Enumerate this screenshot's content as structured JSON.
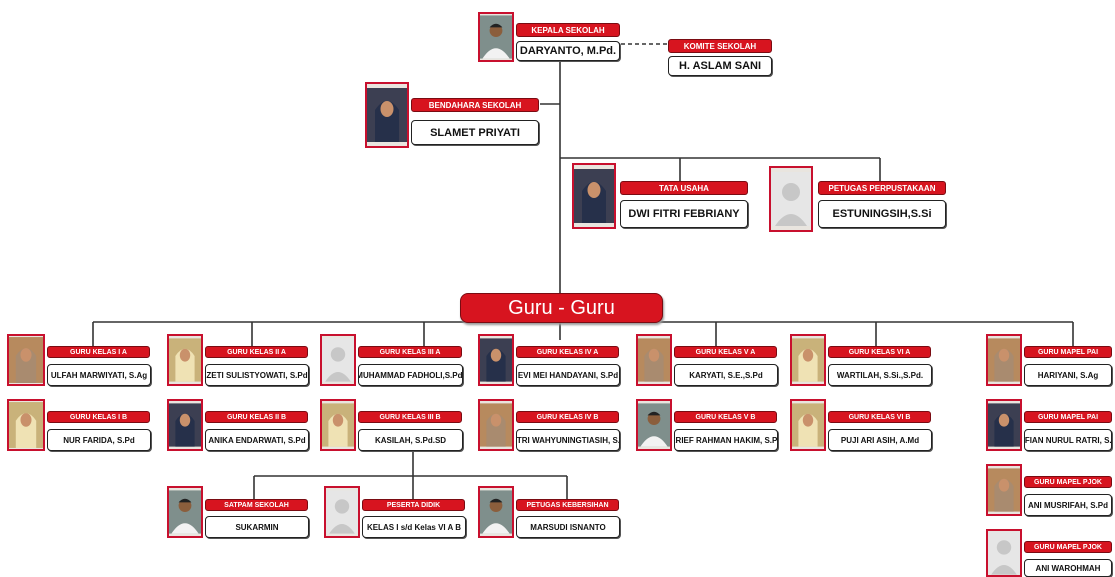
{
  "banner": "Guru - Guru",
  "nodes": [
    {
      "id": "kepala",
      "title": "KEPALA SEKOLAH",
      "name": "DARYANTO, M.Pd.",
      "photo": "man",
      "big": true
    },
    {
      "id": "komite",
      "title": "KOMITE SEKOLAH",
      "name": "H. ASLAM SANI",
      "photo": null,
      "big": true
    },
    {
      "id": "bendahara",
      "title": "BENDAHARA SEKOLAH",
      "name": "SLAMET PRIYATI",
      "photo": "hijab-dark",
      "big": true
    },
    {
      "id": "tatausaha",
      "title": "TATA USAHA",
      "name": "DWI FITRI FEBRIANY",
      "photo": "hijab-dark",
      "big": true
    },
    {
      "id": "perpus",
      "title": "PETUGAS PERPUSTAKAAN",
      "name": "ESTUNINGSIH,S.Si",
      "photo": "placeholder",
      "big": true
    },
    {
      "id": "g1a",
      "title": "GURU KELAS    I A",
      "name": "ULFAH MARWIYATI, S.Ag",
      "photo": "hijab"
    },
    {
      "id": "g1b",
      "title": "GURU KELAS    I B",
      "name": "NUR FARIDA, S.Pd",
      "photo": "hijab-cream"
    },
    {
      "id": "g2a",
      "title": "GURU KELAS    II A",
      "name": "ZETI SULISTYOWATI, S.Pd",
      "photo": "hijab-cream"
    },
    {
      "id": "g2b",
      "title": "GURU KELAS    II B",
      "name": "ANIKA ENDARWATI, S.Pd",
      "photo": "hijab-dark"
    },
    {
      "id": "g3a",
      "title": "GURU KELAS    III A",
      "name": "MUHAMMAD FADHOLI,S.Pd.",
      "photo": "placeholder"
    },
    {
      "id": "g3b",
      "title": "GURU KELAS    III B",
      "name": "KASILAH, S.Pd.SD",
      "photo": "hijab-cream"
    },
    {
      "id": "g4a",
      "title": "GURU KELAS    IV A",
      "name": "EVI MEI HANDAYANI, S.Pd",
      "photo": "hijab-dark"
    },
    {
      "id": "g4b",
      "title": "GURU KELAS    IV B",
      "name": "ASTRI WAHYUNINGTIASIH, S.Pd",
      "photo": "hijab"
    },
    {
      "id": "g5a",
      "title": "GURU KELAS    V A",
      "name": "KARYATI, S.E.,S.Pd",
      "photo": "hijab"
    },
    {
      "id": "g5b",
      "title": "GURU KELAS    V B",
      "name": "ARIEF RAHMAN HAKIM, S.Pd",
      "photo": "man"
    },
    {
      "id": "g6a",
      "title": "GURU KELAS    VI A",
      "name": "WARTILAH, S.Si.,S.Pd.",
      "photo": "hijab-cream"
    },
    {
      "id": "g6b",
      "title": "GURU KELAS    VI B",
      "name": "PUJI ARI ASIH, A.Md",
      "photo": "hijab-cream"
    },
    {
      "id": "mpai1",
      "title": "GURU MAPEL PAI",
      "name": "HARIYANI, S.Ag",
      "photo": "hijab"
    },
    {
      "id": "mpai2",
      "title": "GURU MAPEL PAI",
      "name": "ALFIAN NURUL RATRI, S.Pd",
      "photo": "hijab-dark"
    },
    {
      "id": "pjok1",
      "title": "GURU MAPEL PJOK",
      "name": "ANI MUSRIFAH, S.Pd",
      "photo": "hijab"
    },
    {
      "id": "pjok2",
      "title": "GURU MAPEL PJOK",
      "name": "ANI WAROHMAH",
      "photo": "placeholder"
    },
    {
      "id": "satpam",
      "title": "SATPAM SEKOLAH",
      "name": "SUKARMIN",
      "photo": "man"
    },
    {
      "id": "peserta",
      "title": "PESERTA DIDIK",
      "name": "KELAS I s/d Kelas VI  A B",
      "photo": "placeholder"
    },
    {
      "id": "kebersihan",
      "title": "PETUGAS KEBERSIHAN",
      "name": "MARSUDI ISNANTO",
      "photo": "man"
    }
  ]
}
